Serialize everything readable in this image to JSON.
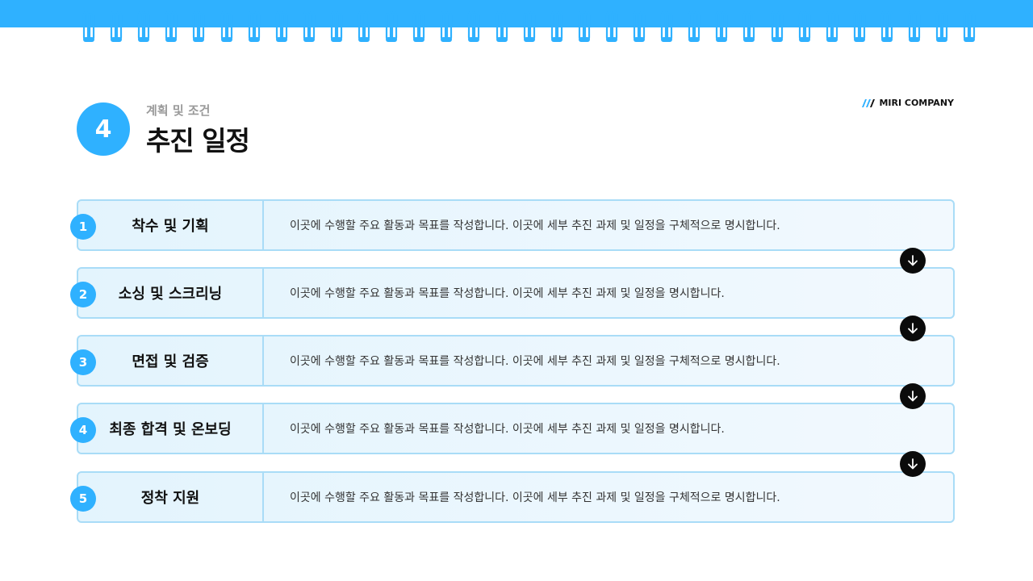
{
  "colors": {
    "accent": "#2fb1ff",
    "row_border": "#a9dcf7",
    "arrow": "#0b0b0b"
  },
  "header": {
    "section_number": "4",
    "subtitle": "계획 및 조건",
    "title": "추진 일정",
    "brand": "MIRI COMPANY",
    "brand_icon": "miri-logo-icon"
  },
  "binder_ring_count": 33,
  "steps": [
    {
      "number": "1",
      "label": "착수 및 기획",
      "description": "이곳에 수행할 주요 활동과 목표를 작성합니다. 이곳에 세부 추진 과제 및 일정을 구체적으로 명시합니다."
    },
    {
      "number": "2",
      "label": "소싱 및 스크리닝",
      "description": "이곳에 수행할 주요 활동과 목표를 작성합니다. 이곳에 세부 추진 과제 및 일정을 명시합니다."
    },
    {
      "number": "3",
      "label": "면접 및 검증",
      "description": "이곳에 수행할 주요 활동과 목표를 작성합니다. 이곳에 세부 추진 과제 및 일정을 구체적으로 명시합니다."
    },
    {
      "number": "4",
      "label": "최종 합격 및 온보딩",
      "description": "이곳에 수행할 주요 활동과 목표를 작성합니다. 이곳에 세부 추진 과제 및 일정을 명시합니다."
    },
    {
      "number": "5",
      "label": "정착 지원",
      "description": "이곳에 수행할 주요 활동과 목표를 작성합니다. 이곳에 세부 추진 과제 및 일정을 구체적으로 명시합니다."
    }
  ],
  "connector_icon": "arrow-down-icon"
}
